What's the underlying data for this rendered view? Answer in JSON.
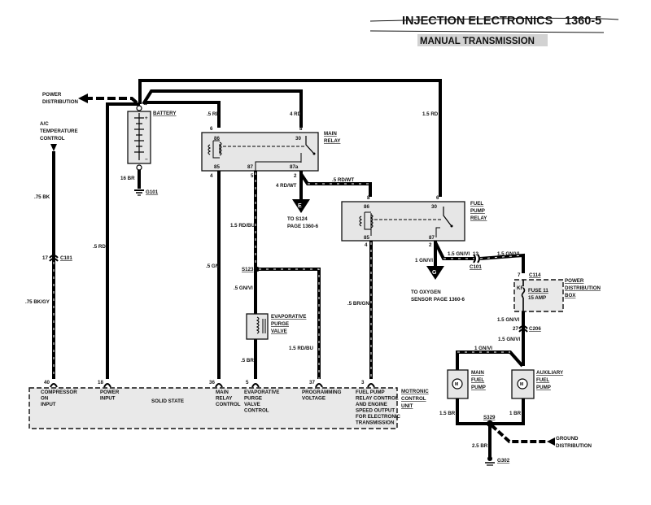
{
  "header": {
    "title": "INJECTION ELECTRONICS",
    "page": "1360-5",
    "subtitle": "MANUAL TRANSMISSION"
  },
  "labels": {
    "power_distribution": [
      "POWER",
      "DISTRIBUTION"
    ],
    "ac_temp": [
      "A/C",
      "TEMPERATURE",
      "CONTROL"
    ],
    "battery": "BATTERY",
    "g101": "G101",
    "wire_16br": "16 BR",
    "wire_75bk": ".75 BK",
    "wire_75bkgy": ".75 BK/GY",
    "c101_left_pin": "17",
    "c101_left": "C101",
    "wire_5rd_left": ".5 RD",
    "wire_5rd_top": ".5 RD",
    "wire_4rd": "4 RD",
    "wire_15rd": "1.5 RD",
    "wire_5gn": ".5 GN",
    "main_relay": [
      "MAIN",
      "RELAY"
    ],
    "main_relay_pins": {
      "p6": "6",
      "p8": "8",
      "p4": "4",
      "p5": "5",
      "p2": "2",
      "t86": "86",
      "t30": "30",
      "t85": "85",
      "t87": "87",
      "t87a": "87a"
    },
    "wire_4rdwt": "4 RD/WT",
    "wire_5rdwt": ".5 RD/WT",
    "connector_e": "E",
    "to_s124": [
      "TO S124",
      "PAGE 1360-6"
    ],
    "wire_15rdbu_a": "1.5 RD/BU",
    "s123": "S123",
    "wire_5gnvi": ".5 GN/VI",
    "evap_valve": [
      "EVAPORATIVE",
      "PURGE",
      "VALVE"
    ],
    "wire_5br": ".5 BR",
    "wire_15rdbu_b": "1.5 RD/BU",
    "fuel_pump_relay": [
      "FUEL",
      "PUMP",
      "RELAY"
    ],
    "fpr_pins": {
      "p8": "8",
      "p6": "6",
      "p4": "4",
      "p2": "2",
      "t86": "86",
      "t30": "30",
      "t85": "85",
      "t87": "87"
    },
    "wire_5brgn": ".5 BR/GN",
    "wire_1gnvi": "1 GN/VI",
    "wire_15gnvi_a": "1.5 GN/VI",
    "c101_right_pin": "13",
    "c101_right": "C101",
    "wire_15gnvi_b": "1.5 GN/VI",
    "connector_g": "G",
    "to_oxygen": [
      "TO OXYGEN",
      "SENSOR PAGE 1360-6"
    ],
    "c114_pin": "7",
    "c114": "C114",
    "kf": "KF",
    "fuse11": "FUSE 11",
    "fuse_amp": "15 AMP",
    "pdb": [
      "POWER",
      "DISTRIBUTION",
      "BOX"
    ],
    "wire_15gnvi_c": "1.5 GN/VI",
    "c206_pin": "27",
    "c206": "C206",
    "wire_15gnvi_d": "1.5 GN/VI",
    "wire_1gnvi_b": "1 GN/VI",
    "main_fuel_pump": [
      "MAIN",
      "FUEL",
      "PUMP"
    ],
    "aux_fuel_pump": [
      "AUXILIARY",
      "FUEL",
      "PUMP"
    ],
    "motor": "M",
    "wire_15br": "1.5 BR",
    "wire_1br": "1 BR",
    "s329": "S329",
    "wire_25br": "2.5 BR",
    "g302": "G302",
    "ground_distribution": [
      "GROUND",
      "DISTRIBUTION"
    ]
  },
  "ecu": {
    "name": [
      "MOTRONIC",
      "CONTROL",
      "UNIT"
    ],
    "center": "SOLID STATE",
    "pins": [
      {
        "pin": "40",
        "desc": [
          "COMPRESSOR",
          "ON",
          "INPUT"
        ]
      },
      {
        "pin": "18",
        "desc": [
          "POWER",
          "INPUT"
        ]
      },
      {
        "pin": "36",
        "desc": [
          "MAIN",
          "RELAY",
          "CONTROL"
        ]
      },
      {
        "pin": "5",
        "desc": [
          "EVAPORATIVE",
          "PURGE",
          "VALVE",
          "CONTROL"
        ]
      },
      {
        "pin": "37",
        "desc": [
          "PROGRAMMING",
          "VOLTAGE"
        ]
      },
      {
        "pin": "3",
        "desc": [
          "FUEL PUMP",
          "RELAY CONTROL",
          "AND ENGINE",
          "SPEED OUTPUT",
          "FOR ELECTRONIC",
          "TRANSMISSION"
        ]
      }
    ]
  }
}
